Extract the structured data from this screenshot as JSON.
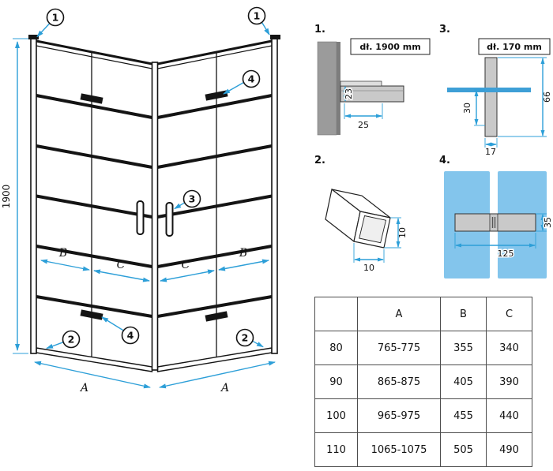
{
  "colors": {
    "line": "#141414",
    "dimension": "#2d9fd8",
    "glass": "#83c5ec",
    "glass_edge": "#3e9fd6",
    "wall_gray": "#9b9b9b",
    "profile_gray": "#c9c9c9"
  },
  "main_drawing": {
    "dim_height": "1900",
    "dim_a": "A",
    "dim_b": "B",
    "dim_c": "C",
    "callouts": [
      "1",
      "1",
      "4",
      "3",
      "4",
      "2",
      "2"
    ]
  },
  "details": {
    "d1": {
      "label": "1.",
      "length": "dł. 1900 mm",
      "dim_height": "23",
      "dim_width": "25"
    },
    "d2": {
      "label": "2.",
      "dim_height": "10",
      "dim_width": "10"
    },
    "d3": {
      "label": "3.",
      "length": "dł. 170 mm",
      "dim_full": "66",
      "dim_mid": "30",
      "dim_bottom": "17"
    },
    "d4": {
      "label": "4.",
      "dim_length": "125",
      "dim_height": "35"
    }
  },
  "size_table": {
    "headers": [
      "",
      "A",
      "B",
      "C"
    ],
    "rows": [
      [
        "80",
        "765-775",
        "355",
        "340"
      ],
      [
        "90",
        "865-875",
        "405",
        "390"
      ],
      [
        "100",
        "965-975",
        "455",
        "440"
      ],
      [
        "110",
        "1065-1075",
        "505",
        "490"
      ]
    ]
  }
}
